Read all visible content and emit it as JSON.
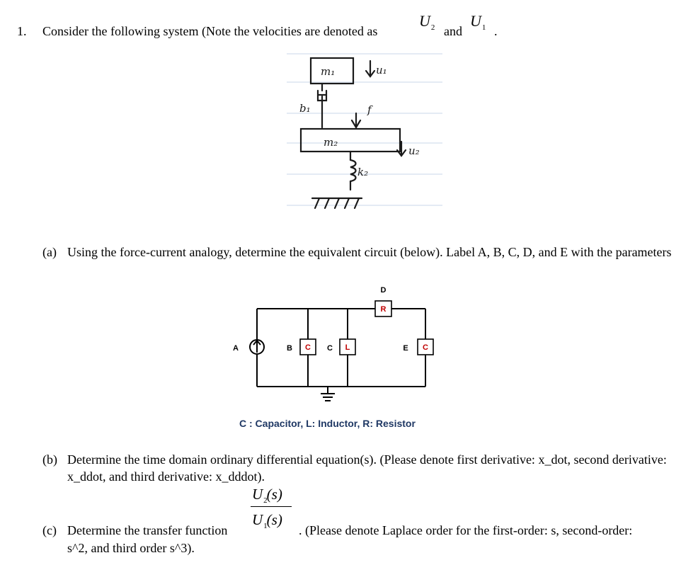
{
  "problem": {
    "number": "1.",
    "intro_text": "Consider the following system (Note the velocities are denoted as",
    "velocity_2": {
      "symbol": "U",
      "sub": "2"
    },
    "and_text": "and",
    "velocity_1": {
      "symbol": "U",
      "sub": "1"
    },
    "period": "."
  },
  "mechanical_sketch": {
    "mass_1": "m₁",
    "velocity_1": "u₁",
    "damper": "b₁",
    "force": "f",
    "mass_2": "m₂",
    "velocity_2": "u₂",
    "spring": "k₂"
  },
  "part_a": {
    "label": "(a)",
    "text": "Using the force-current analogy, determine the equivalent circuit (below). Label A, B, C, D, and E with the parameters"
  },
  "circuit": {
    "label_A": "A",
    "label_B": "B",
    "label_C": "C",
    "label_D": "D",
    "label_E": "E",
    "box_B": "C",
    "box_C": "L",
    "box_D": "R",
    "box_E": "C",
    "box_color": "#c00000",
    "legend": "C : Capacitor, L: Inductor, R: Resistor",
    "legend_color": "#1f3864"
  },
  "part_b": {
    "label": "(b)",
    "text": "Determine the time domain ordinary differential equation(s). (Please denote first derivative: x_dot, second derivative: x_ddot, and third derivative: x_dddot)."
  },
  "part_c": {
    "label": "(c)",
    "text_before": "Determine the transfer function",
    "fraction": {
      "num_symbol": "U",
      "num_sub": "2",
      "num_arg": "(s)",
      "den_symbol": "U",
      "den_sub": "1",
      "den_arg": "(s)"
    },
    "text_after": ". (Please denote Laplace order for the first-order: s, second-order:",
    "text_line2": "s^2, and third order s^3)."
  }
}
